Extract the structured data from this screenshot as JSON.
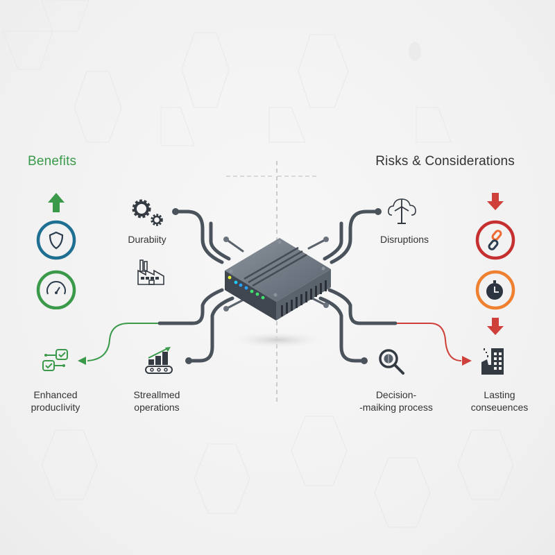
{
  "benefits": {
    "title": "Benefits",
    "color": "#3a9a4a",
    "items": [
      {
        "label": "Durabiity",
        "icon": "gears-icon"
      },
      {
        "label": "Enhanced productivity_line1",
        "line1": "Enhanced",
        "line2": "producIivity",
        "icon": "task-checklist-icon"
      },
      {
        "label": "Streallmed operations",
        "line1": "Streallmed",
        "line2": "operations",
        "icon": "conveyor-chart-icon"
      }
    ],
    "status_icons": [
      {
        "name": "up-arrow-icon",
        "color": "#3a9a4a"
      },
      {
        "name": "shield-icon",
        "ring_color": "#1f6f93"
      },
      {
        "name": "speedometer-icon",
        "ring_color": "#3a9a4a"
      }
    ],
    "extra_icon": "factory-icon"
  },
  "risks": {
    "title": "Risks & Considerations",
    "color": "#d04040",
    "items": [
      {
        "label": "Disruptions",
        "icon": "cloud-wind-turbine-icon"
      },
      {
        "line1": "Decision-",
        "line2": "-maiking process",
        "icon": "brain-magnifier-icon"
      },
      {
        "line1": "Lasting",
        "line2": "conseuences",
        "icon": "damaged-building-icon"
      }
    ],
    "status_icons": [
      {
        "name": "down-arrow-icon",
        "color": "#d0403a"
      },
      {
        "name": "broken-link-icon",
        "ring_color": "#c62f2f"
      },
      {
        "name": "stopwatch-icon",
        "ring_color": "#ee8030"
      },
      {
        "name": "down-arrow-icon",
        "color": "#d0403a"
      }
    ]
  },
  "center": {
    "device": "network-switch",
    "leds": [
      "#e6f030",
      "#20c8ff",
      "#2aa0ff",
      "#2aa0ff",
      "#40e070",
      "#40e070",
      "#40e070"
    ]
  }
}
